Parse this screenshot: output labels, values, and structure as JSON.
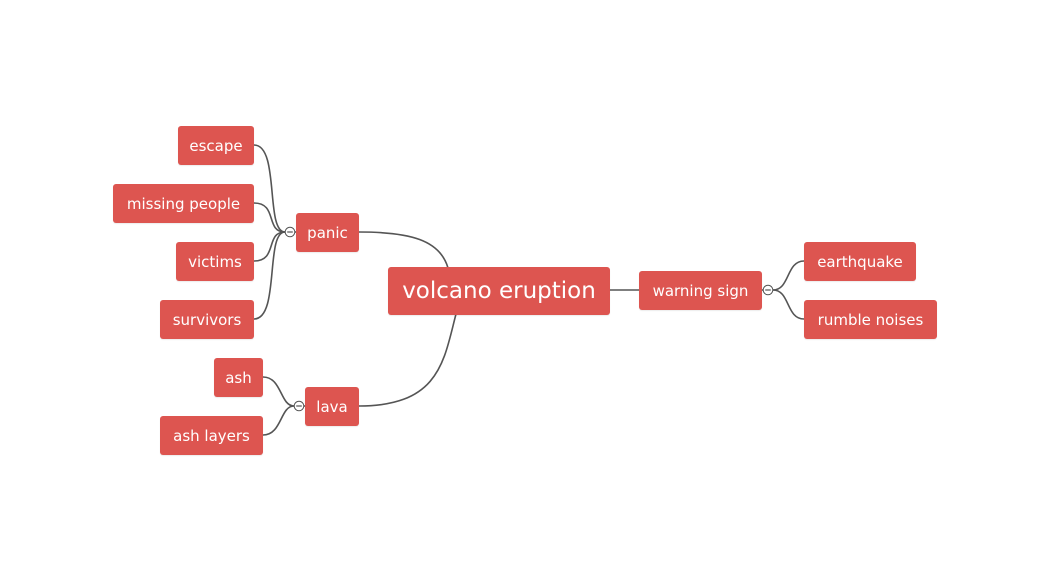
{
  "mindmap": {
    "node_color": "#dd5550",
    "text_color": "#ffffff",
    "line_color": "#555555",
    "root": {
      "label": "volcano eruption"
    },
    "branches": {
      "panic": {
        "label": "panic",
        "children": [
          "escape",
          "missing people",
          "victims",
          "survivors"
        ]
      },
      "lava": {
        "label": "lava",
        "children": [
          "ash",
          "ash layers"
        ]
      },
      "warning_sign": {
        "label": "warning sign",
        "children": [
          "earthquake",
          "rumble noises"
        ]
      }
    }
  }
}
